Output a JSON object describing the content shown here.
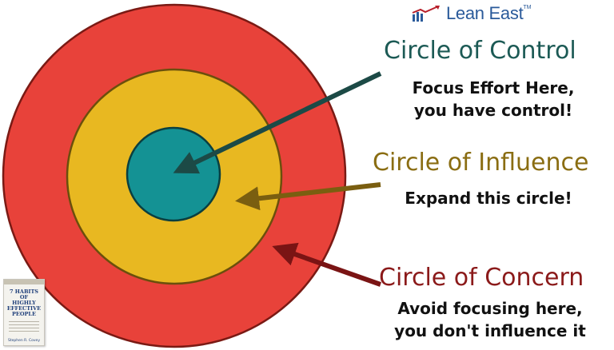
{
  "logo": {
    "text": "Lean East",
    "tm": "TM",
    "icon": "rising-chart-arrow-icon"
  },
  "colors": {
    "outer_ring": "#e8423a",
    "middle_ring": "#e8b821",
    "inner_circle": "#149294",
    "control_text": "#1c5a55",
    "influence_text": "#8a6d12",
    "concern_text": "#8b1a1a"
  },
  "circles": {
    "control": {
      "title": "Circle of Control",
      "lines": [
        "Focus Effort Here,",
        "you have control!"
      ]
    },
    "influence": {
      "title": "Circle of Influence",
      "lines": [
        "Expand this circle!"
      ]
    },
    "concern": {
      "title": "Circle of Concern",
      "lines": [
        "Avoid focusing here,",
        "you don't influence it"
      ]
    }
  },
  "book": {
    "title": "7 HABITS OF\nHIGHLY\nEFFECTIVE\nPEOPLE",
    "author": "Stephen R. Covey"
  }
}
